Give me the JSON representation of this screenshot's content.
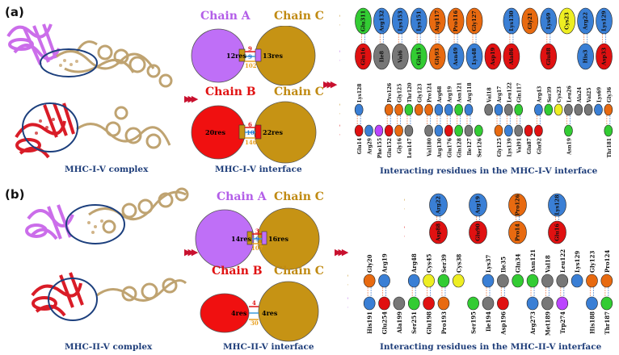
{
  "panels": [
    {
      "label": "(a)",
      "complex_caption": "MHC-I-V complex",
      "interface_caption": "MHC-I-V interface",
      "interacting_caption": "Interacting residues in the MHC-I-V interface",
      "interfaces": [
        {
          "chain_left": "Chain A",
          "chain_right": "Chain C",
          "left_res": "12res",
          "right_res": "13res",
          "counts": [
            "9",
            "9",
            "102"
          ],
          "left_color": "#bf6ff7",
          "right_color": "#c69314",
          "title_left_color": "#b35ee8",
          "title_right_color": "#c08a12"
        },
        {
          "chain_left": "Chain B",
          "chain_right": "Chain C",
          "left_res": "20res",
          "right_res": "22res",
          "counts": [
            "6",
            "10",
            "146"
          ],
          "left_color": "#f01010",
          "right_color": "#c69314",
          "title_left_color": "#e01111",
          "title_right_color": "#c08a12"
        }
      ]
    },
    {
      "label": "(b)",
      "complex_caption": "MHC-II-V complex",
      "interface_caption": "MHC-II-V interface",
      "interacting_caption": "Interacting residues in the MHC-II-V interface",
      "interfaces": [
        {
          "chain_left": "Chain A",
          "chain_right": "Chain C",
          "left_res": "14res",
          "right_res": "16res",
          "counts": [
            "3",
            "9",
            "107"
          ],
          "left_color": "#bf6ff7",
          "right_color": "#c69314",
          "title_left_color": "#b35ee8",
          "title_right_color": "#c08a12"
        },
        {
          "chain_left": "Chain B",
          "chain_right": "Chain C",
          "left_res": "4res",
          "right_res": "4res",
          "counts": [
            "4",
            "",
            "30"
          ],
          "left_color": "#f01010",
          "right_color": "#c69314",
          "title_left_color": "#e01111",
          "title_right_color": "#c08a12"
        }
      ]
    }
  ],
  "residue_diagrams": {
    "a_top": {
      "top_chain": "Chain C",
      "bottom_chain": "Chain A",
      "top": [
        {
          "t": "Glu311",
          "c": "#33cc33"
        },
        {
          "t": "Arg132",
          "c": "#3a7fd5"
        },
        {
          "t": "Lys153",
          "c": "#3a7fd5"
        },
        {
          "t": "Lys151",
          "c": "#3a7fd5"
        },
        {
          "t": "Arg117",
          "c": "#e86a10"
        },
        {
          "t": "Pro116",
          "c": "#e86a10"
        },
        {
          "t": "Gly127",
          "c": "#e86a10"
        },
        {
          "t": "",
          "c": "#ffffff"
        },
        {
          "t": "Lys130",
          "c": "#3a7fd5"
        },
        {
          "t": "Gly21",
          "c": "#e86a10"
        },
        {
          "t": "Lys69",
          "c": "#3a7fd5"
        },
        {
          "t": "Cys23",
          "c": "#eeee22"
        },
        {
          "t": "Arg22",
          "c": "#3a7fd5"
        },
        {
          "t": "Lys129",
          "c": "#3a7fd5"
        }
      ],
      "bottom": [
        {
          "t": "Glu16",
          "c": "#e01111"
        },
        {
          "t": "Ile8",
          "c": "#777777"
        },
        {
          "t": "Val6",
          "c": "#777777"
        },
        {
          "t": "Gln15",
          "c": "#33cc33"
        },
        {
          "t": "Gly93",
          "c": "#e86a10"
        },
        {
          "t": "Asn49",
          "c": "#3a7fd5"
        },
        {
          "t": "Lys48",
          "c": "#3a7fd5"
        },
        {
          "t": "Asp19",
          "c": "#e01111"
        },
        {
          "t": "Ala86",
          "c": "#e01111"
        },
        {
          "t": "",
          "c": "#ffffff"
        },
        {
          "t": "Glu88",
          "c": "#e01111"
        },
        {
          "t": "",
          "c": "#ffffff"
        },
        {
          "t": "His3",
          "c": "#3a7fd5"
        },
        {
          "t": "Asp33",
          "c": "#e01111"
        }
      ]
    },
    "a_bottom": {
      "top_chain": "Chain C",
      "bottom_chain": "Chain B",
      "top": [
        {
          "t": "Lys128",
          "c": "#3a7fd5"
        },
        {
          "t": "",
          "c": ""
        },
        {
          "t": "",
          "c": ""
        },
        {
          "t": "Pro126",
          "c": "#e86a10"
        },
        {
          "t": "Gly125",
          "c": "#e86a10"
        },
        {
          "t": "Thr120",
          "c": "#33cc33"
        },
        {
          "t": "Gly123",
          "c": "#e86a10"
        },
        {
          "t": "Pro124",
          "c": "#e86a10"
        },
        {
          "t": "Arg68",
          "c": "#3a7fd5"
        },
        {
          "t": "Arg19",
          "c": "#3a7fd5"
        },
        {
          "t": "Asn121",
          "c": "#33cc33"
        },
        {
          "t": "Arg118",
          "c": "#3a7fd5"
        },
        {
          "t": "",
          "c": ""
        },
        {
          "t": "Val18",
          "c": "#777777"
        },
        {
          "t": "Arg17",
          "c": "#3a7fd5"
        },
        {
          "t": "Leu122",
          "c": "#777777"
        },
        {
          "t": "Gln117",
          "c": "#33cc33"
        },
        {
          "t": "",
          "c": ""
        },
        {
          "t": "Arg43",
          "c": "#3a7fd5"
        },
        {
          "t": "Ser39",
          "c": "#33cc33"
        },
        {
          "t": "Cys23",
          "c": "#eeee22"
        },
        {
          "t": "Leu26",
          "c": "#777777"
        },
        {
          "t": "Ala24",
          "c": "#777777"
        },
        {
          "t": "Val25",
          "c": "#777777"
        },
        {
          "t": "Lys69",
          "c": "#3a7fd5"
        },
        {
          "t": "Gly36",
          "c": "#e86a10"
        }
      ],
      "bottom": [
        {
          "t": "Glu14",
          "c": "#e01111"
        },
        {
          "t": "Arg29",
          "c": "#3a7fd5"
        },
        {
          "t": "Phe155",
          "c": "#bb44ff"
        },
        {
          "t": "Glu152",
          "c": "#e01111"
        },
        {
          "t": "Gly16",
          "c": "#e86a10"
        },
        {
          "t": "Leu147",
          "c": "#777777"
        },
        {
          "t": "",
          "c": ""
        },
        {
          "t": "Val180",
          "c": "#777777"
        },
        {
          "t": "Arg130",
          "c": "#3a7fd5"
        },
        {
          "t": "Glu176",
          "c": "#e01111"
        },
        {
          "t": "Gln128",
          "c": "#33cc33"
        },
        {
          "t": "Ile127",
          "c": "#777777"
        },
        {
          "t": "Ser126",
          "c": "#33cc33"
        },
        {
          "t": "",
          "c": ""
        },
        {
          "t": "Gly125",
          "c": "#e86a10"
        },
        {
          "t": "Lys139",
          "c": "#3a7fd5"
        },
        {
          "t": "Val91",
          "c": "#777777"
        },
        {
          "t": "Glu87",
          "c": "#e01111"
        },
        {
          "t": "Glu92",
          "c": "#e01111"
        },
        {
          "t": "",
          "c": ""
        },
        {
          "t": "",
          "c": ""
        },
        {
          "t": "Asn19",
          "c": "#33cc33"
        },
        {
          "t": "",
          "c": ""
        },
        {
          "t": "",
          "c": ""
        },
        {
          "t": "",
          "c": ""
        },
        {
          "t": "Thr181",
          "c": "#33cc33"
        }
      ]
    },
    "b_top": {
      "top_chain": "Chain C",
      "bottom_chain": "Chain B",
      "top": [
        {
          "t": "Arg22",
          "c": "#3a7fd5"
        },
        {
          "t": "Arg19",
          "c": "#3a7fd5"
        },
        {
          "t": "Pro126",
          "c": "#e86a10"
        },
        {
          "t": "Lys128",
          "c": "#3a7fd5"
        }
      ],
      "bottom": [
        {
          "t": "Asp88",
          "c": "#e01111"
        },
        {
          "t": "Glu90",
          "c": "#e01111"
        },
        {
          "t": "Pro14",
          "c": "#e86a10"
        },
        {
          "t": "Glu16",
          "c": "#e01111"
        }
      ]
    },
    "b_bottom": {
      "top_chain": "Chain C",
      "bottom_chain": "Chain A",
      "top": [
        {
          "t": "Gly20",
          "c": "#e86a10"
        },
        {
          "t": "Arg19",
          "c": "#3a7fd5"
        },
        {
          "t": "",
          "c": ""
        },
        {
          "t": "Arg48",
          "c": "#3a7fd5"
        },
        {
          "t": "Cys45",
          "c": "#eeee22"
        },
        {
          "t": "Ser39",
          "c": "#33cc33"
        },
        {
          "t": "Cys38",
          "c": "#eeee22"
        },
        {
          "t": "",
          "c": ""
        },
        {
          "t": "Lys37",
          "c": "#3a7fd5"
        },
        {
          "t": "Ile35",
          "c": "#777777"
        },
        {
          "t": "Gln34",
          "c": "#33cc33"
        },
        {
          "t": "Asn121",
          "c": "#33cc33"
        },
        {
          "t": "Val18",
          "c": "#777777"
        },
        {
          "t": "Leu122",
          "c": "#777777"
        },
        {
          "t": "Lys129",
          "c": "#3a7fd5"
        },
        {
          "t": "Gly123",
          "c": "#e86a10"
        },
        {
          "t": "Pro124",
          "c": "#e86a10"
        }
      ],
      "bottom": [
        {
          "t": "His191",
          "c": "#3a7fd5"
        },
        {
          "t": "Glu254",
          "c": "#e01111"
        },
        {
          "t": "Ala199",
          "c": "#777777"
        },
        {
          "t": "Ser251",
          "c": "#33cc33"
        },
        {
          "t": "Glu198",
          "c": "#e01111"
        },
        {
          "t": "Pro193",
          "c": "#e86a10"
        },
        {
          "t": "",
          "c": ""
        },
        {
          "t": "Ser195",
          "c": "#33cc33"
        },
        {
          "t": "Ile194",
          "c": "#777777"
        },
        {
          "t": "Asp196",
          "c": "#e01111"
        },
        {
          "t": "",
          "c": ""
        },
        {
          "t": "Arg273",
          "c": "#3a7fd5"
        },
        {
          "t": "Met189",
          "c": "#777777"
        },
        {
          "t": "Trp274",
          "c": "#bb44ff"
        },
        {
          "t": "",
          "c": ""
        },
        {
          "t": "His188",
          "c": "#3a7fd5"
        },
        {
          "t": "Thr187",
          "c": "#33cc33"
        }
      ]
    }
  }
}
